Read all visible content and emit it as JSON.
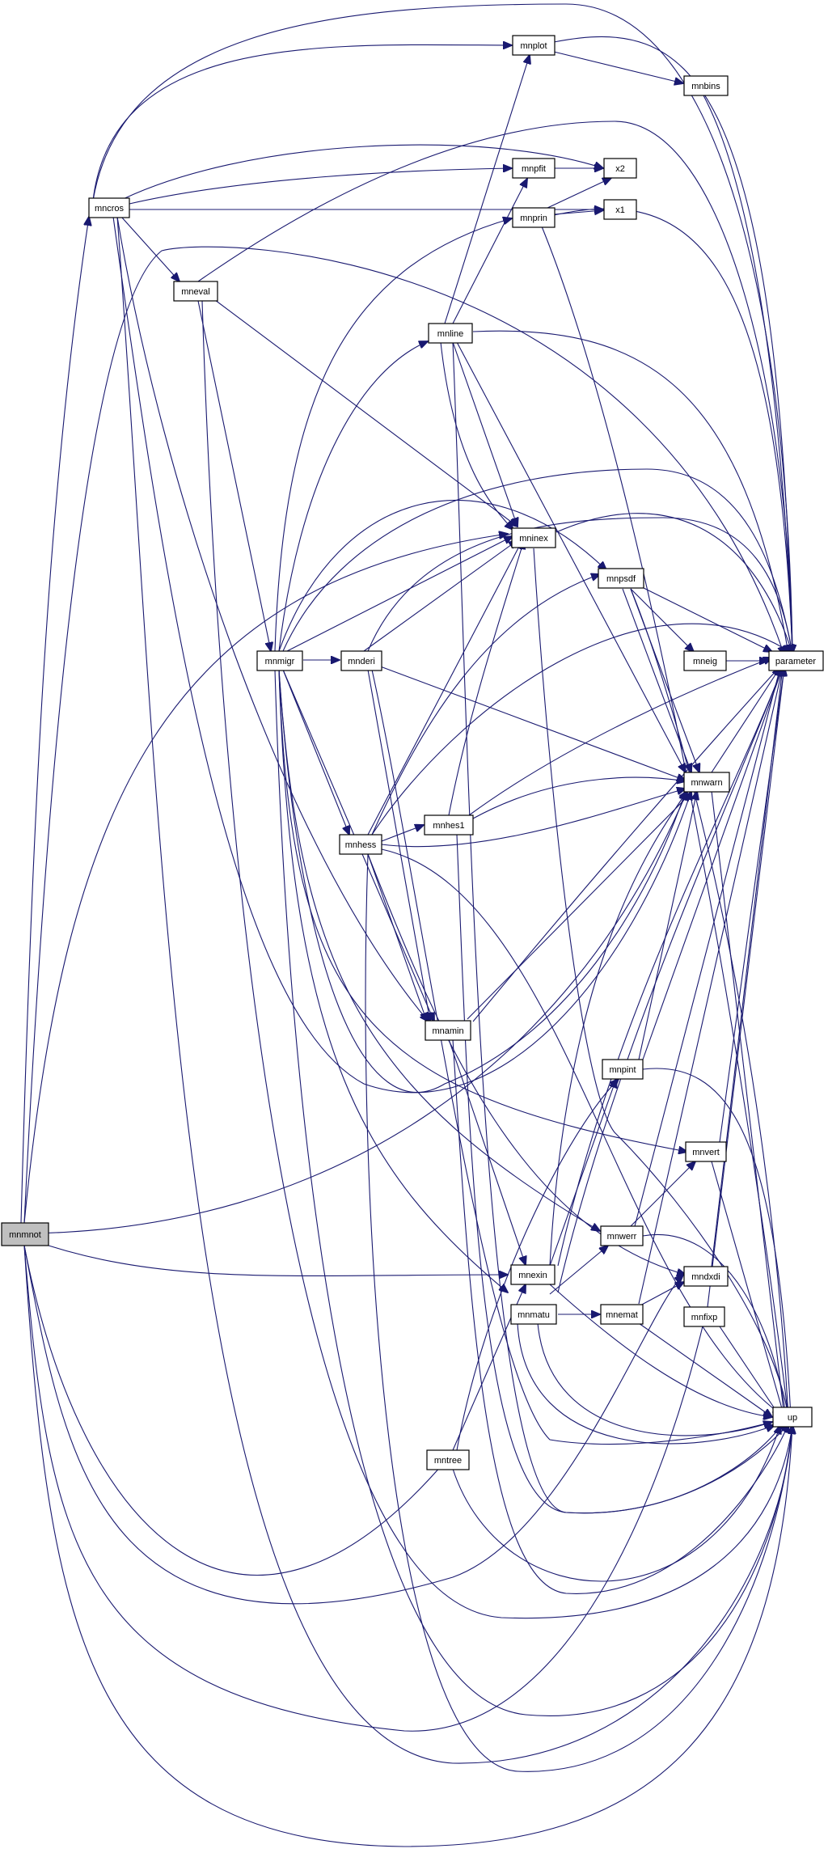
{
  "nodes": {
    "mnmnot": "mnmnot",
    "mncros": "mncros",
    "mneval": "mneval",
    "mnmigr": "mnmigr",
    "mnderi": "mnderi",
    "mnhess": "mnhess",
    "mnhes1": "mnhes1",
    "mnamin": "mnamin",
    "mnline": "mnline",
    "mninex": "mninex",
    "mnplot": "mnplot",
    "mnbins": "mnbins",
    "mnpfit": "mnpfit",
    "mnprin": "mnprin",
    "x2": "x2",
    "x1": "x1",
    "mnpsdf": "mnpsdf",
    "mneig": "mneig",
    "parameter": "parameter",
    "mnwarn": "mnwarn",
    "mnpint": "mnpint",
    "mnvert": "mnvert",
    "mnwerr": "mnwerr",
    "mnexin": "mnexin",
    "mnmatu": "mnmatu",
    "mnemat": "mnemat",
    "mndxdi": "mndxdi",
    "mnfixp": "mnfixp",
    "mntree": "mntree",
    "up": "up"
  },
  "colors": {
    "edge": "#191970",
    "root_fill": "#bfbfbf",
    "node_fill": "#ffffff",
    "node_border": "#000000"
  }
}
